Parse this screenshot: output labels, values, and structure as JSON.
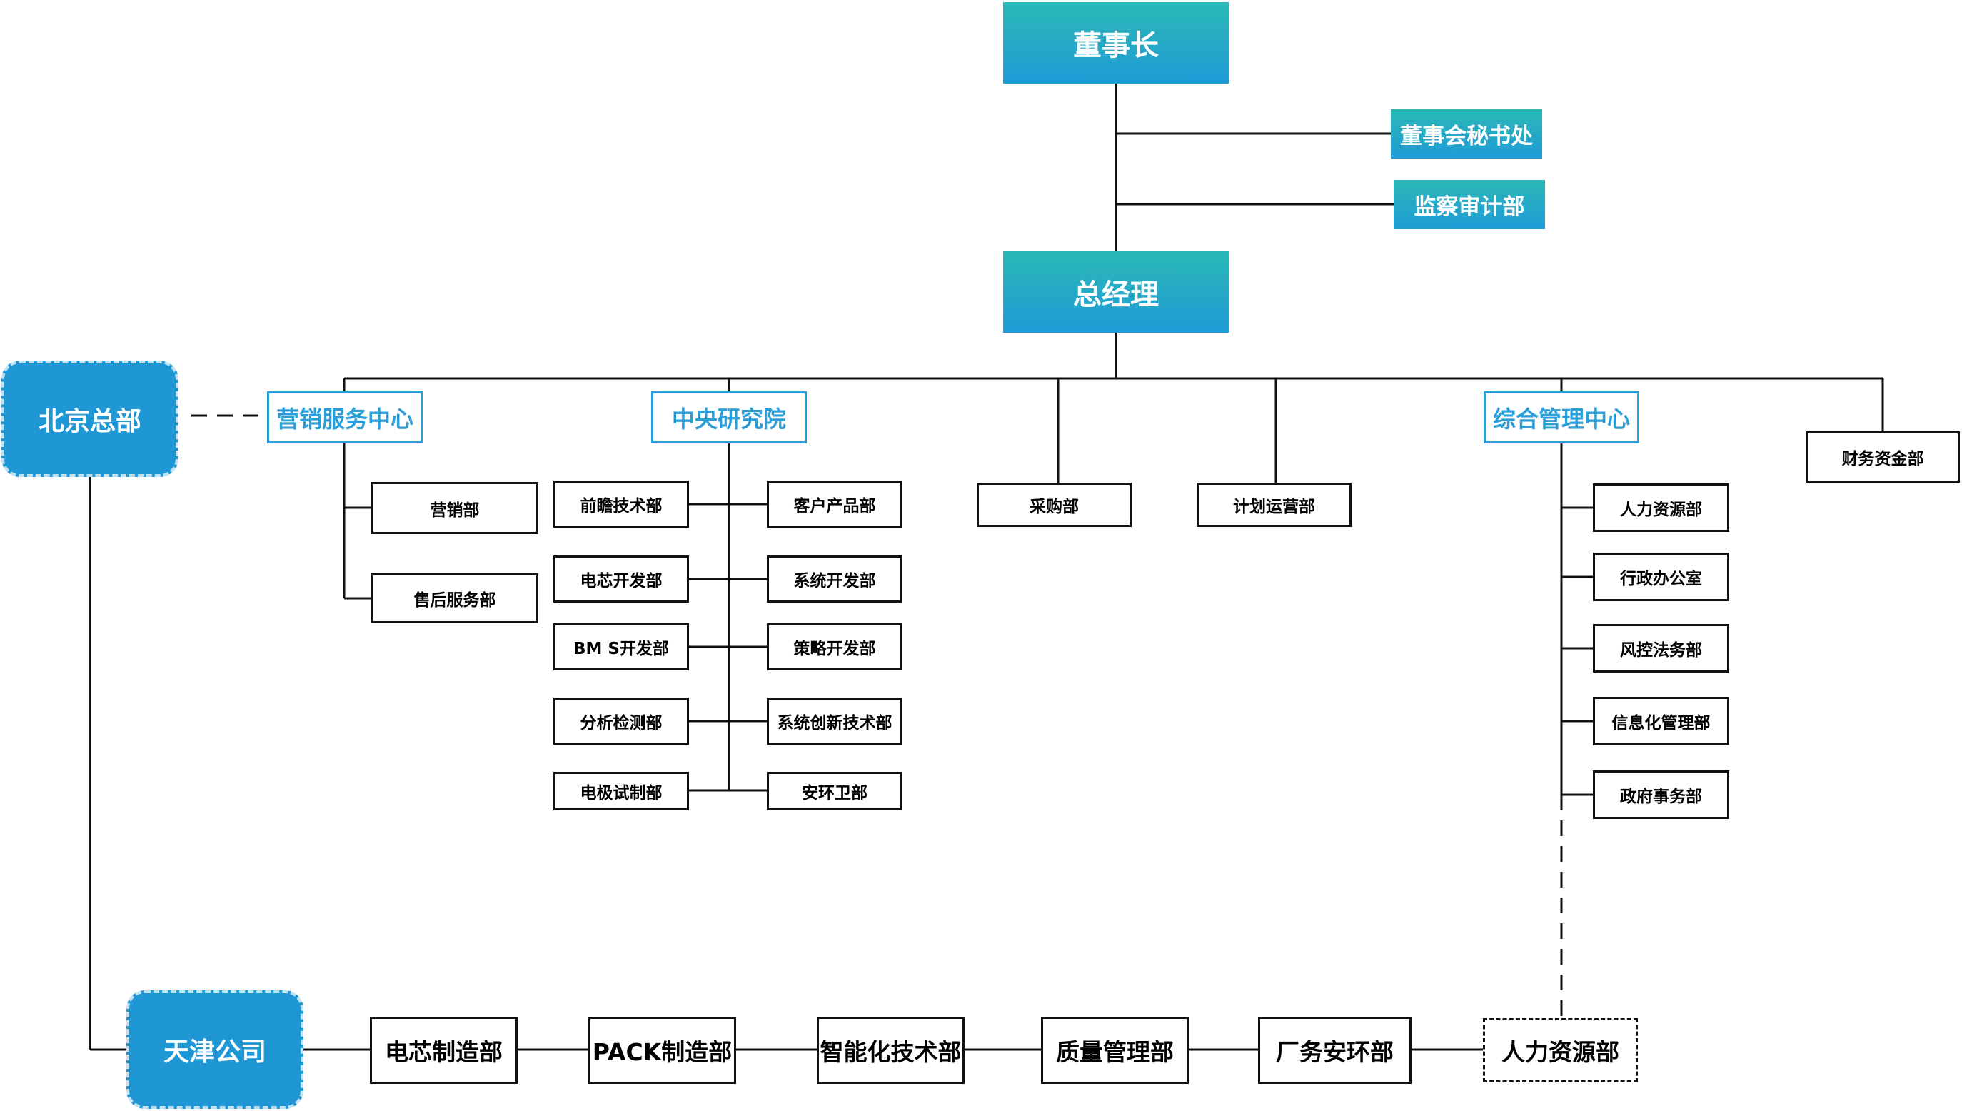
{
  "chairman": "董事长",
  "board_secretary": "董事会秘书处",
  "audit": "监察审计部",
  "general_manager": "总经理",
  "beijing_hq": "北京总部",
  "tianjin_company": "天津公司",
  "marketing_center": {
    "title": "营销服务中心",
    "departments": [
      "营销部",
      "售后服务部"
    ]
  },
  "research_institute": {
    "title": "中央研究院",
    "left_departments": [
      "前瞻技术部",
      "电芯开发部",
      "BM S开发部",
      "分析检测部",
      "电极试制部"
    ],
    "right_departments": [
      "客户产品部",
      "系统开发部",
      "策略开发部",
      "系统创新技术部",
      "安环卫部"
    ]
  },
  "procurement": "采购部",
  "planning": "计划运营部",
  "admin_center": {
    "title": "综合管理中心",
    "departments": [
      "人力资源部",
      "行政办公室",
      "风控法务部",
      "信息化管理部",
      "政府事务部"
    ]
  },
  "finance": "财务资金部",
  "tianjin_departments": [
    "电芯制造部",
    "PACK制造部",
    "智能化技术部",
    "质量管理部",
    "厂务安环部",
    "人力资源部"
  ],
  "colors": {
    "gradient_top": "#2bb8b6",
    "gradient_bottom": "#1f9bd6",
    "outline_blue": "#2a9ed8",
    "line": "#111111"
  }
}
